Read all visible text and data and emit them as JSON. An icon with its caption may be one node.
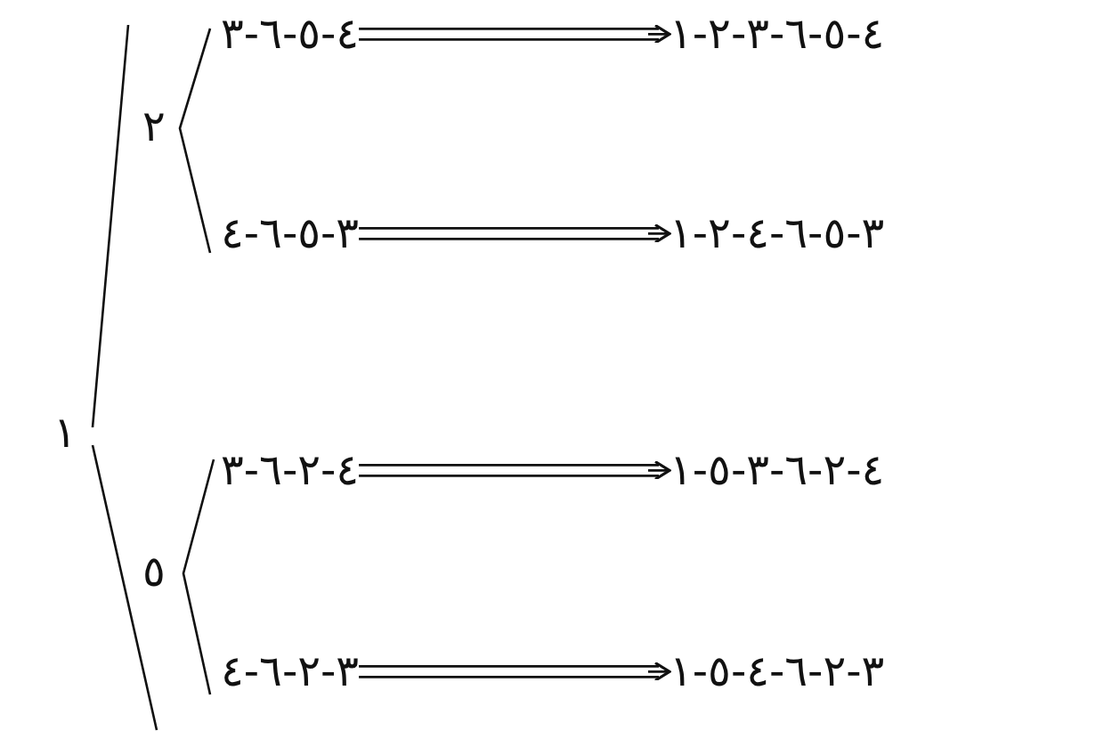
{
  "diagram": {
    "nodes": [
      {
        "text": [
          "١"
        ]
      },
      {
        "text": [
          "٢"
        ]
      },
      {
        "text": [
          "٣-٦-٥-٤"
        ]
      },
      {
        "text": [
          "١-٢-٣-٦-٥-٤"
        ]
      },
      {
        "text": [
          "٤-٦-٥-٣"
        ]
      },
      {
        "text": [
          "١-٢-٤-٦-٥-٣"
        ]
      },
      {
        "text": [
          "٥"
        ]
      },
      {
        "text": [
          "٣-٦-٢-٤"
        ]
      },
      {
        "text": [
          "١-٥-٣-٦-٢-٤"
        ]
      },
      {
        "text": [
          "٤-٦-٢-٣"
        ]
      },
      {
        "text": [
          "١-٥-٤-٦-٢-٣"
        ]
      }
    ],
    "edges": [
      {
        "from": 2,
        "to": 3,
        "arrow": "to"
      },
      {
        "from": 4,
        "to": 5,
        "arrow": "to"
      },
      {
        "from": 7,
        "to": 8,
        "arrow": "to"
      },
      {
        "from": 9,
        "to": 10,
        "arrow": "to"
      }
    ]
  }
}
